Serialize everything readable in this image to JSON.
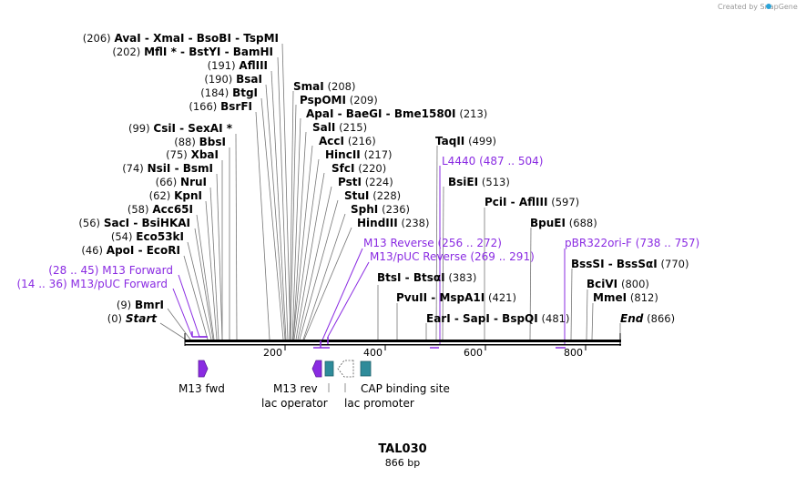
{
  "watermark": "Created by SnapGene",
  "construct": {
    "name": "TAL030",
    "length": "866 bp"
  },
  "ticks": [
    "200",
    "400",
    "600",
    "800"
  ],
  "colors": {
    "primer": "#8a2be2",
    "feature_teal": "#2e8b9a",
    "feature_purple": "#8a2be2",
    "axis": "#000000"
  },
  "sites": [
    {
      "pos": "(206)",
      "names": [
        "AvaI",
        "XmaI",
        "BsoBI",
        "TspMI"
      ]
    },
    {
      "pos": "(202)",
      "names": [
        "MflI *",
        "BstYI",
        "BamHI"
      ]
    },
    {
      "pos": "(191)",
      "names": [
        "AflIII"
      ]
    },
    {
      "pos": "(190)",
      "names": [
        "BsaI"
      ]
    },
    {
      "pos": "(184)",
      "names": [
        "BtgI"
      ]
    },
    {
      "pos": "(166)",
      "names": [
        "BsrFI"
      ]
    },
    {
      "pos": "(99)",
      "names": [
        "CsiI",
        "SexAI *"
      ]
    },
    {
      "pos": "(88)",
      "names": [
        "BbsI"
      ]
    },
    {
      "pos": "(75)",
      "names": [
        "XbaI"
      ]
    },
    {
      "pos": "(74)",
      "names": [
        "NsiI",
        "BsmI"
      ]
    },
    {
      "pos": "(66)",
      "names": [
        "NruI"
      ]
    },
    {
      "pos": "(62)",
      "names": [
        "KpnI"
      ]
    },
    {
      "pos": "(58)",
      "names": [
        "Acc65I"
      ]
    },
    {
      "pos": "(56)",
      "names": [
        "SacI",
        "BsiHKAI"
      ]
    },
    {
      "pos": "(54)",
      "names": [
        "Eco53kI"
      ]
    },
    {
      "pos": "(46)",
      "names": [
        "ApoI",
        "EcoRI"
      ]
    },
    {
      "pos": "(9)",
      "names": [
        "BmrI"
      ]
    },
    {
      "pos": "(0)",
      "names": [
        "Start"
      ]
    },
    {
      "pos": "(208)",
      "names": [
        "SmaI"
      ]
    },
    {
      "pos": "(209)",
      "names": [
        "PspOMI"
      ]
    },
    {
      "pos": "(213)",
      "names": [
        "ApaI",
        "BaeGI",
        "Bme1580I"
      ]
    },
    {
      "pos": "(215)",
      "names": [
        "SalI"
      ]
    },
    {
      "pos": "(216)",
      "names": [
        "AccI"
      ]
    },
    {
      "pos": "(217)",
      "names": [
        "HincII"
      ]
    },
    {
      "pos": "(220)",
      "names": [
        "SfcI"
      ]
    },
    {
      "pos": "(224)",
      "names": [
        "PstI"
      ]
    },
    {
      "pos": "(228)",
      "names": [
        "StuI"
      ]
    },
    {
      "pos": "(236)",
      "names": [
        "SphI"
      ]
    },
    {
      "pos": "(238)",
      "names": [
        "HindIII"
      ]
    },
    {
      "pos": "(499)",
      "names": [
        "TaqII"
      ]
    },
    {
      "pos": "(513)",
      "names": [
        "BsiEI"
      ]
    },
    {
      "pos": "(597)",
      "names": [
        "PciI",
        "AflIII"
      ]
    },
    {
      "pos": "(688)",
      "names": [
        "BpuEI"
      ]
    },
    {
      "pos": "(383)",
      "names": [
        "BtsI",
        "BtsαI"
      ]
    },
    {
      "pos": "(421)",
      "names": [
        "PvuII",
        "MspA1I"
      ]
    },
    {
      "pos": "(481)",
      "names": [
        "EarI",
        "SapI",
        "BspQI"
      ]
    },
    {
      "pos": "(770)",
      "names": [
        "BssSI",
        "BssSαI"
      ]
    },
    {
      "pos": "(800)",
      "names": [
        "BciVI"
      ]
    },
    {
      "pos": "(812)",
      "names": [
        "MmeI"
      ]
    },
    {
      "pos": "(866)",
      "names": [
        "End"
      ]
    }
  ],
  "primers": [
    {
      "name": "M13 Forward",
      "range": "(28 .. 45)"
    },
    {
      "name": "M13/pUC Forward",
      "range": "(14 .. 36)"
    },
    {
      "name": "M13 Reverse",
      "range": "(256 .. 272)"
    },
    {
      "name": "M13/pUC Reverse",
      "range": "(269 .. 291)"
    },
    {
      "name": "L4440",
      "range": "(487 .. 504)"
    },
    {
      "name": "pBR322ori-F",
      "range": "(738 .. 757)"
    }
  ],
  "features": [
    {
      "name": "M13 fwd"
    },
    {
      "name": "M13 rev"
    },
    {
      "name": "lac operator"
    },
    {
      "name": "lac promoter"
    },
    {
      "name": "CAP binding site"
    }
  ]
}
